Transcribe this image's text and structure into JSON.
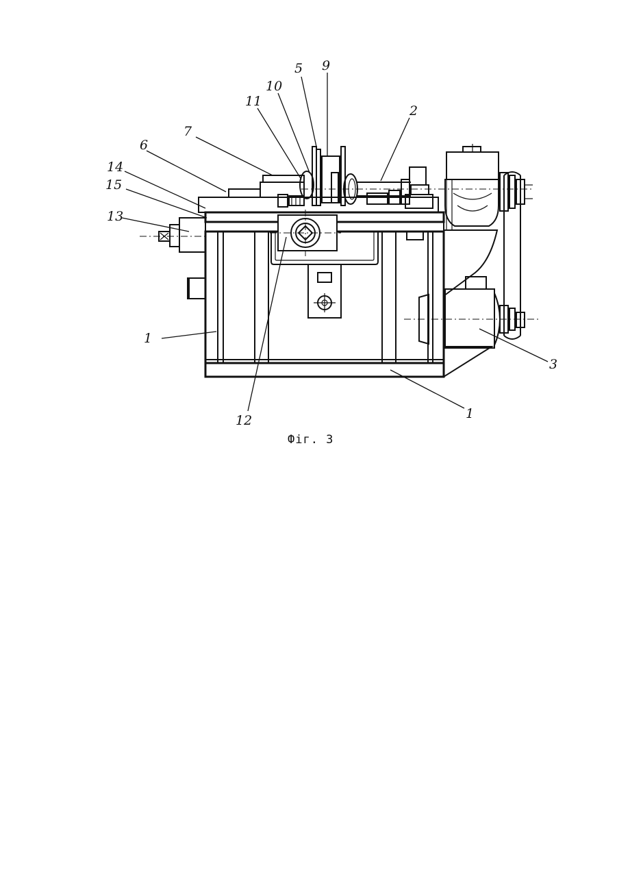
{
  "figure": {
    "caption": "Фіг. 3",
    "callouts": [
      "5",
      "9",
      "10",
      "11",
      "2",
      "7",
      "6",
      "14",
      "15",
      "13",
      "1",
      "3",
      "12",
      "1"
    ]
  }
}
